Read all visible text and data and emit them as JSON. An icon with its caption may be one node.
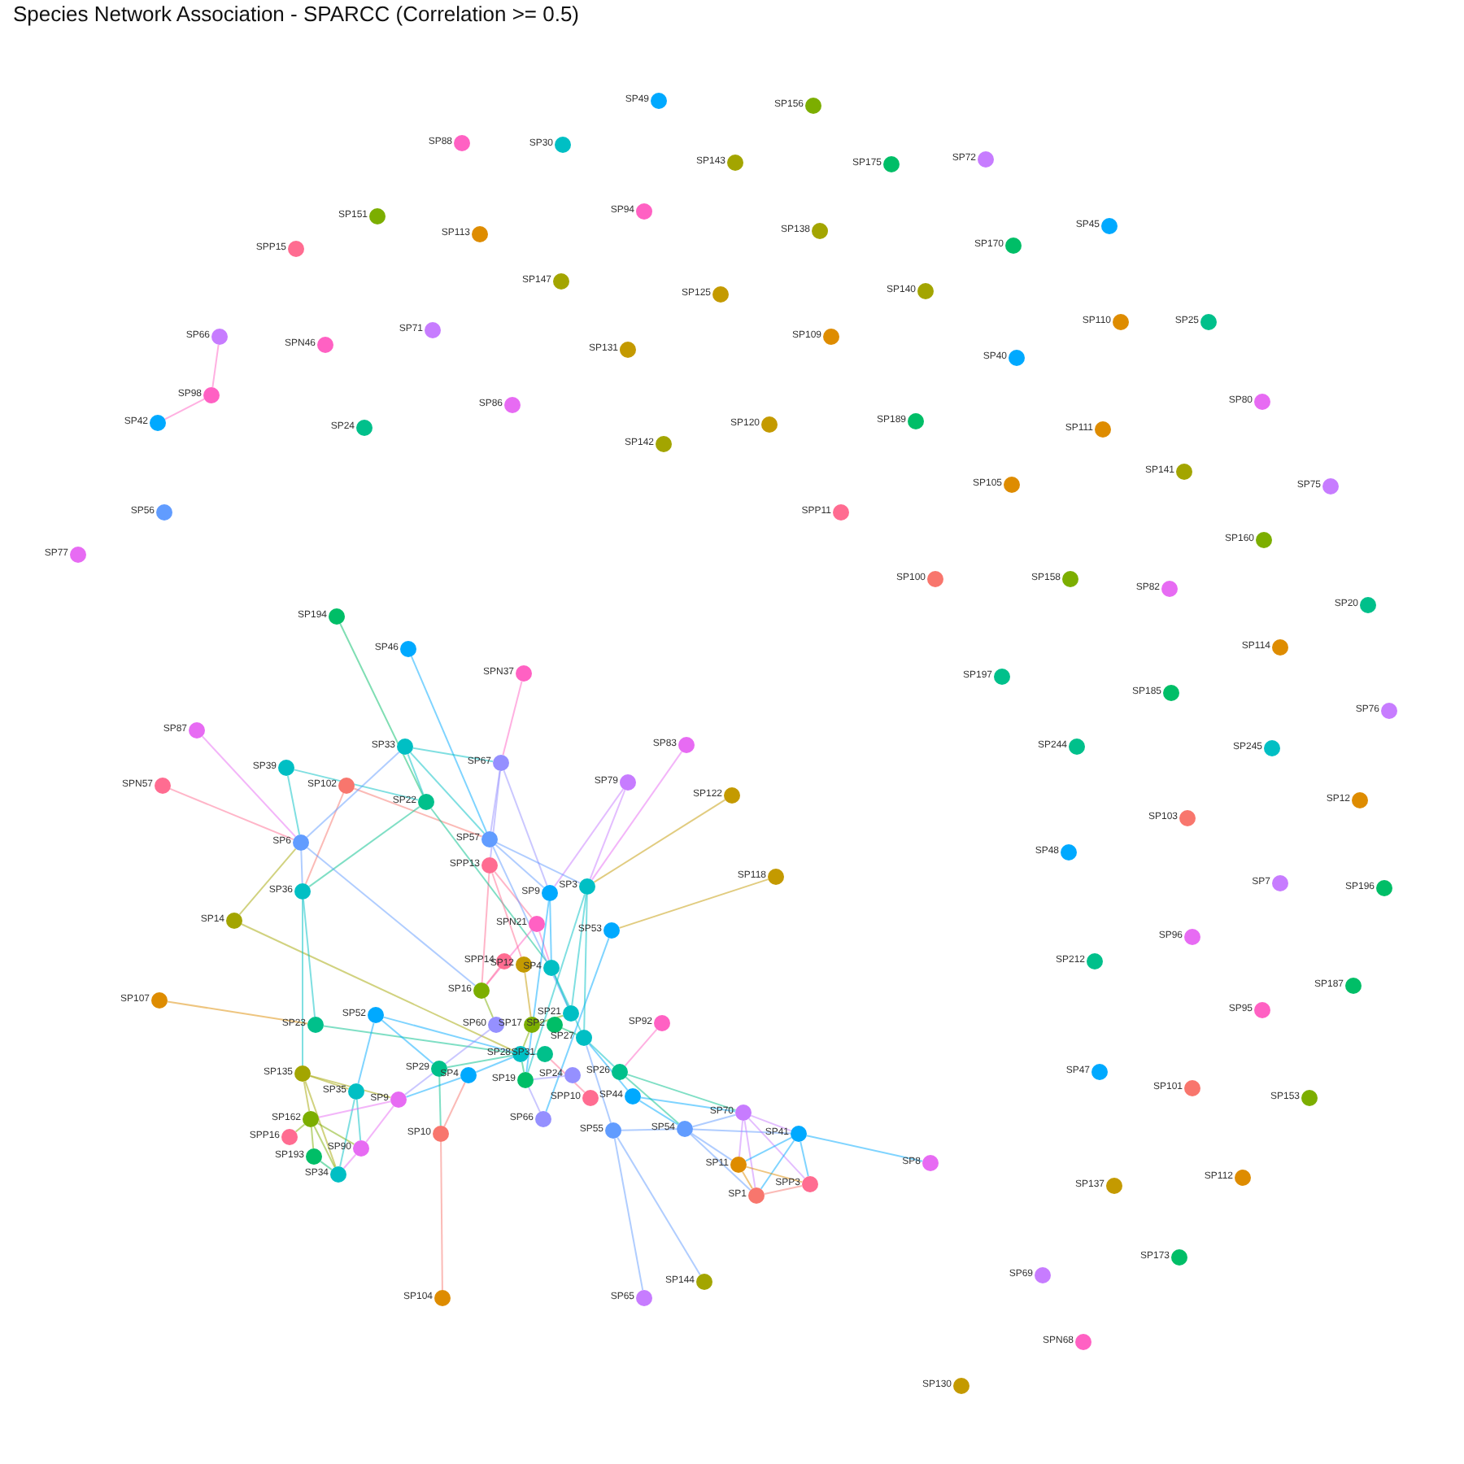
{
  "diagram": {
    "title": "Species Network Association - SPARCC (Correlation >= 0.5)",
    "nodes": [
      {
        "text": [],
        "shape": "circle",
        "beside": [
          "SP49"
        ]
      },
      {
        "text": [],
        "shape": "circle",
        "beside": [
          "SP156"
        ]
      },
      {
        "text": [],
        "shape": "circle",
        "beside": [
          "SP88"
        ]
      },
      {
        "text": [],
        "shape": "circle",
        "beside": [
          "SP30"
        ]
      },
      {
        "text": [],
        "shape": "circle",
        "beside": [
          "SP72"
        ]
      },
      {
        "text": [],
        "shape": "circle",
        "beside": [
          "SP143"
        ]
      },
      {
        "text": [],
        "shape": "circle",
        "beside": [
          "SP175"
        ]
      },
      {
        "text": [],
        "shape": "circle",
        "beside": [
          "SP94"
        ]
      },
      {
        "text": [],
        "shape": "circle",
        "beside": [
          "SP151"
        ]
      },
      {
        "text": [],
        "shape": "circle",
        "beside": [
          "SP45"
        ]
      },
      {
        "text": [],
        "shape": "circle",
        "beside": [
          "SP138"
        ]
      },
      {
        "text": [],
        "shape": "circle",
        "beside": [
          "SP113"
        ]
      },
      {
        "text": [],
        "shape": "circle",
        "beside": [
          "SP170"
        ]
      },
      {
        "text": [],
        "shape": "circle",
        "beside": [
          "SPP15"
        ]
      },
      {
        "text": [],
        "shape": "circle",
        "beside": [
          "SP147"
        ]
      },
      {
        "text": [],
        "shape": "circle",
        "beside": [
          "SP140"
        ]
      },
      {
        "text": [],
        "shape": "circle",
        "beside": [
          "SP125"
        ]
      },
      {
        "text": [],
        "shape": "circle",
        "beside": [
          "SP110"
        ]
      },
      {
        "text": [],
        "shape": "circle",
        "beside": [
          "SP25"
        ]
      },
      {
        "text": [],
        "shape": "circle",
        "beside": [
          "SP71"
        ]
      },
      {
        "text": [],
        "shape": "circle",
        "beside": [
          "SP66"
        ]
      },
      {
        "text": [],
        "shape": "circle",
        "beside": [
          "SP109"
        ]
      },
      {
        "text": [],
        "shape": "circle",
        "beside": [
          "SPN46"
        ]
      },
      {
        "text": [],
        "shape": "circle",
        "beside": [
          "SP131"
        ]
      },
      {
        "text": [],
        "shape": "circle",
        "beside": [
          "SP40"
        ]
      },
      {
        "text": [],
        "shape": "circle",
        "beside": [
          "SP98"
        ]
      },
      {
        "text": [],
        "shape": "circle",
        "beside": [
          "SP80"
        ]
      },
      {
        "text": [],
        "shape": "circle",
        "beside": [
          "SP86"
        ]
      },
      {
        "text": [],
        "shape": "circle",
        "beside": [
          "SP189"
        ]
      },
      {
        "text": [],
        "shape": "circle",
        "beside": [
          "SP42"
        ]
      },
      {
        "text": [],
        "shape": "circle",
        "beside": [
          "SP120"
        ]
      },
      {
        "text": [],
        "shape": "circle",
        "beside": [
          "SP24"
        ]
      },
      {
        "text": [],
        "shape": "circle",
        "beside": [
          "SP111"
        ]
      },
      {
        "text": [],
        "shape": "circle",
        "beside": [
          "SP142"
        ]
      },
      {
        "text": [],
        "shape": "circle",
        "beside": [
          "SP141"
        ]
      },
      {
        "text": [],
        "shape": "circle",
        "beside": [
          "SP105"
        ]
      },
      {
        "text": [],
        "shape": "circle",
        "beside": [
          "SP75"
        ]
      },
      {
        "text": [],
        "shape": "circle",
        "beside": [
          "SP56"
        ]
      },
      {
        "text": [],
        "shape": "circle",
        "beside": [
          "SPP11"
        ]
      },
      {
        "text": [],
        "shape": "circle",
        "beside": [
          "SP160"
        ]
      },
      {
        "text": [],
        "shape": "circle",
        "beside": [
          "SP77"
        ]
      },
      {
        "text": [],
        "shape": "circle",
        "beside": [
          "SP100"
        ]
      },
      {
        "text": [],
        "shape": "circle",
        "beside": [
          "SP158"
        ]
      },
      {
        "text": [],
        "shape": "circle",
        "beside": [
          "SP82"
        ]
      },
      {
        "text": [],
        "shape": "circle",
        "beside": [
          "SP20"
        ]
      },
      {
        "text": [],
        "shape": "circle",
        "beside": [
          "SP194"
        ]
      },
      {
        "text": [],
        "shape": "circle",
        "beside": [
          "SP114"
        ]
      },
      {
        "text": [],
        "shape": "circle",
        "beside": [
          "SP46"
        ]
      },
      {
        "text": [],
        "shape": "circle",
        "beside": [
          "SPN37"
        ]
      },
      {
        "text": [],
        "shape": "circle",
        "beside": [
          "SP197"
        ]
      },
      {
        "text": [],
        "shape": "circle",
        "beside": [
          "SP185"
        ]
      },
      {
        "text": [],
        "shape": "circle",
        "beside": [
          "SP76"
        ]
      },
      {
        "text": [],
        "shape": "circle",
        "beside": [
          "SP87"
        ]
      },
      {
        "text": [],
        "shape": "circle",
        "beside": [
          "SP83"
        ]
      },
      {
        "text": [],
        "shape": "circle",
        "beside": [
          "SP33"
        ]
      },
      {
        "text": [],
        "shape": "circle",
        "beside": [
          "SP244"
        ]
      },
      {
        "text": [],
        "shape": "circle",
        "beside": [
          "SP245"
        ]
      },
      {
        "text": [],
        "shape": "circle",
        "beside": [
          "SP67"
        ]
      },
      {
        "text": [],
        "shape": "circle",
        "beside": [
          "SP39"
        ]
      },
      {
        "text": [],
        "shape": "circle",
        "beside": [
          "SP79"
        ]
      },
      {
        "text": [],
        "shape": "circle",
        "beside": [
          "SPN57"
        ]
      },
      {
        "text": [],
        "shape": "circle",
        "beside": [
          "SP102"
        ]
      },
      {
        "text": [],
        "shape": "circle",
        "beside": [
          "SP122"
        ]
      },
      {
        "text": [],
        "shape": "circle",
        "beside": [
          "SP12"
        ]
      },
      {
        "text": [],
        "shape": "circle",
        "beside": [
          "SP22"
        ]
      },
      {
        "text": [],
        "shape": "circle",
        "beside": [
          "SP103"
        ]
      },
      {
        "text": [],
        "shape": "circle",
        "beside": [
          "SP57"
        ]
      },
      {
        "text": [],
        "shape": "circle",
        "beside": [
          "SP6"
        ]
      },
      {
        "text": [],
        "shape": "circle",
        "beside": [
          "SP48"
        ]
      },
      {
        "text": [],
        "shape": "circle",
        "beside": [
          "SPP13"
        ]
      },
      {
        "text": [],
        "shape": "circle",
        "beside": [
          "SP118"
        ]
      },
      {
        "text": [],
        "shape": "circle",
        "beside": [
          "SP7"
        ]
      },
      {
        "text": [],
        "shape": "circle",
        "beside": [
          "SP3"
        ]
      },
      {
        "text": [],
        "shape": "circle",
        "beside": [
          "SP196"
        ]
      },
      {
        "text": [],
        "shape": "circle",
        "beside": [
          "SP36"
        ]
      },
      {
        "text": [],
        "shape": "circle",
        "beside": [
          "SP9"
        ]
      },
      {
        "text": [],
        "shape": "circle",
        "beside": [
          "SP14"
        ]
      },
      {
        "text": [],
        "shape": "circle",
        "beside": [
          "SPN21"
        ]
      },
      {
        "text": [],
        "shape": "circle",
        "beside": [
          "SP53"
        ]
      },
      {
        "text": [],
        "shape": "circle",
        "beside": [
          "SP96"
        ]
      },
      {
        "text": [],
        "shape": "circle",
        "beside": [
          "SP212"
        ]
      },
      {
        "text": [],
        "shape": "circle",
        "beside": [
          "SPP14"
        ]
      },
      {
        "text": [],
        "shape": "circle",
        "beside": [
          "SP12"
        ]
      },
      {
        "text": [],
        "shape": "circle",
        "beside": [
          "SP4"
        ]
      },
      {
        "text": [],
        "shape": "circle",
        "beside": [
          "SP187"
        ]
      },
      {
        "text": [],
        "shape": "circle",
        "beside": [
          "SP16"
        ]
      },
      {
        "text": [],
        "shape": "circle",
        "beside": [
          "SP107"
        ]
      },
      {
        "text": [],
        "shape": "circle",
        "beside": [
          "SP95"
        ]
      },
      {
        "text": [],
        "shape": "circle",
        "beside": [
          "SP21"
        ]
      },
      {
        "text": [],
        "shape": "circle",
        "beside": [
          "SP52"
        ]
      },
      {
        "text": [],
        "shape": "circle",
        "beside": [
          "SP92"
        ]
      },
      {
        "text": [],
        "shape": "circle",
        "beside": [
          "SP60"
        ]
      },
      {
        "text": [],
        "shape": "circle",
        "beside": [
          "SP17"
        ]
      },
      {
        "text": [],
        "shape": "circle",
        "beside": [
          "SP23"
        ]
      },
      {
        "text": [],
        "shape": "circle",
        "beside": [
          "SP2"
        ]
      },
      {
        "text": [],
        "shape": "circle",
        "beside": [
          "SP27"
        ]
      },
      {
        "text": [],
        "shape": "circle",
        "beside": [
          "SP28"
        ]
      },
      {
        "text": [],
        "shape": "circle",
        "beside": [
          "SP31"
        ]
      },
      {
        "text": [],
        "shape": "circle",
        "beside": [
          "SP29"
        ]
      },
      {
        "text": [],
        "shape": "circle",
        "beside": [
          "SP47"
        ]
      },
      {
        "text": [],
        "shape": "circle",
        "beside": [
          "SP26"
        ]
      },
      {
        "text": [],
        "shape": "circle",
        "beside": [
          "SP135"
        ]
      },
      {
        "text": [],
        "shape": "circle",
        "beside": [
          "SP4"
        ]
      },
      {
        "text": [],
        "shape": "circle",
        "beside": [
          "SP24"
        ]
      },
      {
        "text": [],
        "shape": "circle",
        "beside": [
          "SP19"
        ]
      },
      {
        "text": [],
        "shape": "circle",
        "beside": [
          "SP101"
        ]
      },
      {
        "text": [],
        "shape": "circle",
        "beside": [
          "SP35"
        ]
      },
      {
        "text": [],
        "shape": "circle",
        "beside": [
          "SP44"
        ]
      },
      {
        "text": [],
        "shape": "circle",
        "beside": [
          "SPP10"
        ]
      },
      {
        "text": [],
        "shape": "circle",
        "beside": [
          "SP153"
        ]
      },
      {
        "text": [],
        "shape": "circle",
        "beside": [
          "SP9"
        ]
      },
      {
        "text": [],
        "shape": "circle",
        "beside": [
          "SP70"
        ]
      },
      {
        "text": [],
        "shape": "circle",
        "beside": [
          "SP162"
        ]
      },
      {
        "text": [],
        "shape": "circle",
        "beside": [
          "SP66"
        ]
      },
      {
        "text": [],
        "shape": "circle",
        "beside": [
          "SP55"
        ]
      },
      {
        "text": [],
        "shape": "circle",
        "beside": [
          "SP54"
        ]
      },
      {
        "text": [],
        "shape": "circle",
        "beside": [
          "SP41"
        ]
      },
      {
        "text": [],
        "shape": "circle",
        "beside": [
          "SP10"
        ]
      },
      {
        "text": [],
        "shape": "circle",
        "beside": [
          "SPP16"
        ]
      },
      {
        "text": [],
        "shape": "circle",
        "beside": [
          "SP90"
        ]
      },
      {
        "text": [],
        "shape": "circle",
        "beside": [
          "SP193"
        ]
      },
      {
        "text": [],
        "shape": "circle",
        "beside": [
          "SP8"
        ]
      },
      {
        "text": [],
        "shape": "circle",
        "beside": [
          "SP11"
        ]
      },
      {
        "text": [],
        "shape": "circle",
        "beside": [
          "SP34"
        ]
      },
      {
        "text": [],
        "shape": "circle",
        "beside": [
          "SP112"
        ]
      },
      {
        "text": [],
        "shape": "circle",
        "beside": [
          "SPP3"
        ]
      },
      {
        "text": [],
        "shape": "circle",
        "beside": [
          "SP137"
        ]
      },
      {
        "text": [],
        "shape": "circle",
        "beside": [
          "SP1"
        ]
      },
      {
        "text": [],
        "shape": "circle",
        "beside": [
          "SP173"
        ]
      },
      {
        "text": [],
        "shape": "circle",
        "beside": [
          "SP69"
        ]
      },
      {
        "text": [],
        "shape": "circle",
        "beside": [
          "SP144"
        ]
      },
      {
        "text": [],
        "shape": "circle",
        "beside": [
          "SP104"
        ]
      },
      {
        "text": [],
        "shape": "circle",
        "beside": [
          "SP65"
        ]
      },
      {
        "text": [],
        "shape": "circle",
        "beside": [
          "SPN68"
        ]
      },
      {
        "text": [],
        "shape": "circle",
        "beside": [
          "SP130"
        ]
      }
    ],
    "edges": [
      {
        "from": 25,
        "to": 20,
        "arrow": "none",
        "color": "#ff61c3"
      },
      {
        "from": 25,
        "to": 29,
        "arrow": "none",
        "color": "#ff61c3"
      },
      {
        "from": 45,
        "to": 64,
        "arrow": "none",
        "color": "#00be67"
      },
      {
        "from": 47,
        "to": 66,
        "arrow": "none",
        "color": "#00a9ff"
      },
      {
        "from": 48,
        "to": 57,
        "arrow": "none",
        "color": "#ff61c3"
      },
      {
        "from": 52,
        "to": 67,
        "arrow": "none",
        "color": "#e76bf3"
      },
      {
        "from": 60,
        "to": 67,
        "arrow": "none",
        "color": "#ff6c91"
      },
      {
        "from": 58,
        "to": 64,
        "arrow": "none",
        "color": "#00bfc4"
      },
      {
        "from": 58,
        "to": 67,
        "arrow": "none",
        "color": "#00bfc4"
      },
      {
        "from": 54,
        "to": 57,
        "arrow": "none",
        "color": "#00bfc4"
      },
      {
        "from": 54,
        "to": 64,
        "arrow": "none",
        "color": "#00bfc4"
      },
      {
        "from": 54,
        "to": 66,
        "arrow": "none",
        "color": "#00bfc4"
      },
      {
        "from": 61,
        "to": 66,
        "arrow": "none",
        "color": "#f8766d"
      },
      {
        "from": 61,
        "to": 74,
        "arrow": "none",
        "color": "#f8766d"
      },
      {
        "from": 64,
        "to": 74,
        "arrow": "none",
        "color": "#00c08b"
      },
      {
        "from": 67,
        "to": 74,
        "arrow": "none",
        "color": "#619cff"
      },
      {
        "from": 67,
        "to": 54,
        "arrow": "none",
        "color": "#619cff"
      },
      {
        "from": 67,
        "to": 85,
        "arrow": "none",
        "color": "#619cff"
      },
      {
        "from": 76,
        "to": 67,
        "arrow": "none",
        "color": "#a3a500"
      },
      {
        "from": 76,
        "to": 96,
        "arrow": "none",
        "color": "#a3a500"
      },
      {
        "from": 74,
        "to": 93,
        "arrow": "none",
        "color": "#00bfc4"
      },
      {
        "from": 74,
        "to": 101,
        "arrow": "none",
        "color": "#00bfc4"
      },
      {
        "from": 86,
        "to": 93,
        "arrow": "none",
        "color": "#de8c00"
      },
      {
        "from": 57,
        "to": 66,
        "arrow": "none",
        "color": "#9590ff"
      },
      {
        "from": 57,
        "to": 69,
        "arrow": "none",
        "color": "#9590ff"
      },
      {
        "from": 57,
        "to": 75,
        "arrow": "none",
        "color": "#9590ff"
      },
      {
        "from": 59,
        "to": 75,
        "arrow": "none",
        "color": "#c77cff"
      },
      {
        "from": 59,
        "to": 72,
        "arrow": "none",
        "color": "#c77cff"
      },
      {
        "from": 53,
        "to": 72,
        "arrow": "none",
        "color": "#e76bf3"
      },
      {
        "from": 62,
        "to": 72,
        "arrow": "none",
        "color": "#c49a00"
      },
      {
        "from": 70,
        "to": 78,
        "arrow": "none",
        "color": "#c49a00"
      },
      {
        "from": 78,
        "to": 113,
        "arrow": "none",
        "color": "#00a9ff"
      },
      {
        "from": 66,
        "to": 72,
        "arrow": "none",
        "color": "#619cff"
      },
      {
        "from": 66,
        "to": 75,
        "arrow": "none",
        "color": "#619cff"
      },
      {
        "from": 69,
        "to": 85,
        "arrow": "none",
        "color": "#ff6c91"
      },
      {
        "from": 69,
        "to": 77,
        "arrow": "none",
        "color": "#ff6c91"
      },
      {
        "from": 64,
        "to": 83,
        "arrow": "none",
        "color": "#00c08b"
      },
      {
        "from": 66,
        "to": 88,
        "arrow": "none",
        "color": "#619cff"
      },
      {
        "from": 69,
        "to": 82,
        "arrow": "none",
        "color": "#ff6c91"
      },
      {
        "from": 72,
        "to": 88,
        "arrow": "none",
        "color": "#00bfc4"
      },
      {
        "from": 75,
        "to": 83,
        "arrow": "none",
        "color": "#00a9ff"
      },
      {
        "from": 77,
        "to": 85,
        "arrow": "none",
        "color": "#ff61c3"
      },
      {
        "from": 77,
        "to": 83,
        "arrow": "none",
        "color": "#ff61c3"
      },
      {
        "from": 81,
        "to": 85,
        "arrow": "none",
        "color": "#ff6c91"
      },
      {
        "from": 82,
        "to": 92,
        "arrow": "none",
        "color": "#c49a00"
      },
      {
        "from": 83,
        "to": 88,
        "arrow": "none",
        "color": "#00bfc4"
      },
      {
        "from": 83,
        "to": 95,
        "arrow": "none",
        "color": "#00bfc4"
      },
      {
        "from": 85,
        "to": 91,
        "arrow": "none",
        "color": "#7cae00"
      },
      {
        "from": 92,
        "to": 88,
        "arrow": "none",
        "color": "#7cae00"
      },
      {
        "from": 92,
        "to": 96,
        "arrow": "none",
        "color": "#7cae00"
      },
      {
        "from": 94,
        "to": 95,
        "arrow": "none",
        "color": "#00be67"
      },
      {
        "from": 95,
        "to": 100,
        "arrow": "none",
        "color": "#00bfc4"
      },
      {
        "from": 96,
        "to": 97,
        "arrow": "none",
        "color": "#00bfc4"
      },
      {
        "from": 98,
        "to": 96,
        "arrow": "none",
        "color": "#00c08b"
      },
      {
        "from": 102,
        "to": 96,
        "arrow": "none",
        "color": "#00a9ff"
      },
      {
        "from": 104,
        "to": 96,
        "arrow": "none",
        "color": "#00be67"
      },
      {
        "from": 103,
        "to": 104,
        "arrow": "none",
        "color": "#9590ff"
      },
      {
        "from": 113,
        "to": 104,
        "arrow": "none",
        "color": "#9590ff"
      },
      {
        "from": 107,
        "to": 95,
        "arrow": "none",
        "color": "#00a9ff"
      },
      {
        "from": 108,
        "to": 97,
        "arrow": "none",
        "color": "#ff6c91"
      },
      {
        "from": 114,
        "to": 95,
        "arrow": "none",
        "color": "#619cff"
      },
      {
        "from": 89,
        "to": 96,
        "arrow": "none",
        "color": "#00a9ff"
      },
      {
        "from": 93,
        "to": 96,
        "arrow": "none",
        "color": "#00c08b"
      },
      {
        "from": 91,
        "to": 110,
        "arrow": "none",
        "color": "#9590ff"
      },
      {
        "from": 102,
        "to": 110,
        "arrow": "none",
        "color": "#00a9ff"
      },
      {
        "from": 72,
        "to": 95,
        "arrow": "none",
        "color": "#00bfc4"
      },
      {
        "from": 72,
        "to": 104,
        "arrow": "none",
        "color": "#00bfc4"
      },
      {
        "from": 75,
        "to": 104,
        "arrow": "none",
        "color": "#00a9ff"
      },
      {
        "from": 89,
        "to": 106,
        "arrow": "none",
        "color": "#00a9ff"
      },
      {
        "from": 89,
        "to": 98,
        "arrow": "none",
        "color": "#00a9ff"
      },
      {
        "from": 101,
        "to": 112,
        "arrow": "none",
        "color": "#a3a500"
      },
      {
        "from": 101,
        "to": 106,
        "arrow": "none",
        "color": "#a3a500"
      },
      {
        "from": 101,
        "to": 110,
        "arrow": "none",
        "color": "#a3a500"
      },
      {
        "from": 101,
        "to": 123,
        "arrow": "none",
        "color": "#a3a500"
      },
      {
        "from": 112,
        "to": 118,
        "arrow": "none",
        "color": "#7cae00"
      },
      {
        "from": 112,
        "to": 120,
        "arrow": "none",
        "color": "#7cae00"
      },
      {
        "from": 112,
        "to": 123,
        "arrow": "none",
        "color": "#7cae00"
      },
      {
        "from": 112,
        "to": 119,
        "arrow": "none",
        "color": "#7cae00"
      },
      {
        "from": 120,
        "to": 123,
        "arrow": "none",
        "color": "#00be67"
      },
      {
        "from": 119,
        "to": 123,
        "arrow": "none",
        "color": "#e76bf3"
      },
      {
        "from": 106,
        "to": 119,
        "arrow": "none",
        "color": "#00bfc4"
      },
      {
        "from": 106,
        "to": 123,
        "arrow": "none",
        "color": "#00bfc4"
      },
      {
        "from": 110,
        "to": 119,
        "arrow": "none",
        "color": "#e76bf3"
      },
      {
        "from": 110,
        "to": 112,
        "arrow": "none",
        "color": "#e76bf3"
      },
      {
        "from": 98,
        "to": 117,
        "arrow": "none",
        "color": "#00c08b"
      },
      {
        "from": 117,
        "to": 131,
        "arrow": "none",
        "color": "#f8766d"
      },
      {
        "from": 117,
        "to": 102,
        "arrow": "none",
        "color": "#f8766d"
      },
      {
        "from": 114,
        "to": 132,
        "arrow": "none",
        "color": "#619cff"
      },
      {
        "from": 114,
        "to": 130,
        "arrow": "none",
        "color": "#619cff"
      },
      {
        "from": 114,
        "to": 115,
        "arrow": "none",
        "color": "#619cff"
      },
      {
        "from": 115,
        "to": 111,
        "arrow": "none",
        "color": "#619cff"
      },
      {
        "from": 115,
        "to": 116,
        "arrow": "none",
        "color": "#619cff"
      },
      {
        "from": 115,
        "to": 122,
        "arrow": "none",
        "color": "#619cff"
      },
      {
        "from": 115,
        "to": 127,
        "arrow": "none",
        "color": "#619cff"
      },
      {
        "from": 111,
        "to": 122,
        "arrow": "none",
        "color": "#c77cff"
      },
      {
        "from": 111,
        "to": 127,
        "arrow": "none",
        "color": "#c77cff"
      },
      {
        "from": 111,
        "to": 116,
        "arrow": "none",
        "color": "#c77cff"
      },
      {
        "from": 111,
        "to": 125,
        "arrow": "none",
        "color": "#c77cff"
      },
      {
        "from": 116,
        "to": 122,
        "arrow": "none",
        "color": "#00a9ff"
      },
      {
        "from": 116,
        "to": 127,
        "arrow": "none",
        "color": "#00a9ff"
      },
      {
        "from": 116,
        "to": 125,
        "arrow": "none",
        "color": "#00a9ff"
      },
      {
        "from": 116,
        "to": 121,
        "arrow": "none",
        "color": "#00a9ff"
      },
      {
        "from": 122,
        "to": 125,
        "arrow": "none",
        "color": "#de8c00"
      },
      {
        "from": 122,
        "to": 127,
        "arrow": "none",
        "color": "#de8c00"
      },
      {
        "from": 127,
        "to": 125,
        "arrow": "none",
        "color": "#f8766d"
      },
      {
        "from": 107,
        "to": 111,
        "arrow": "none",
        "color": "#00a9ff"
      },
      {
        "from": 100,
        "to": 111,
        "arrow": "none",
        "color": "#00c08b"
      },
      {
        "from": 100,
        "to": 115,
        "arrow": "none",
        "color": "#00c08b"
      },
      {
        "from": 90,
        "to": 100,
        "arrow": "none",
        "color": "#ff61c3"
      },
      {
        "from": 107,
        "to": 115,
        "arrow": "none",
        "color": "#00a9ff"
      }
    ]
  }
}
